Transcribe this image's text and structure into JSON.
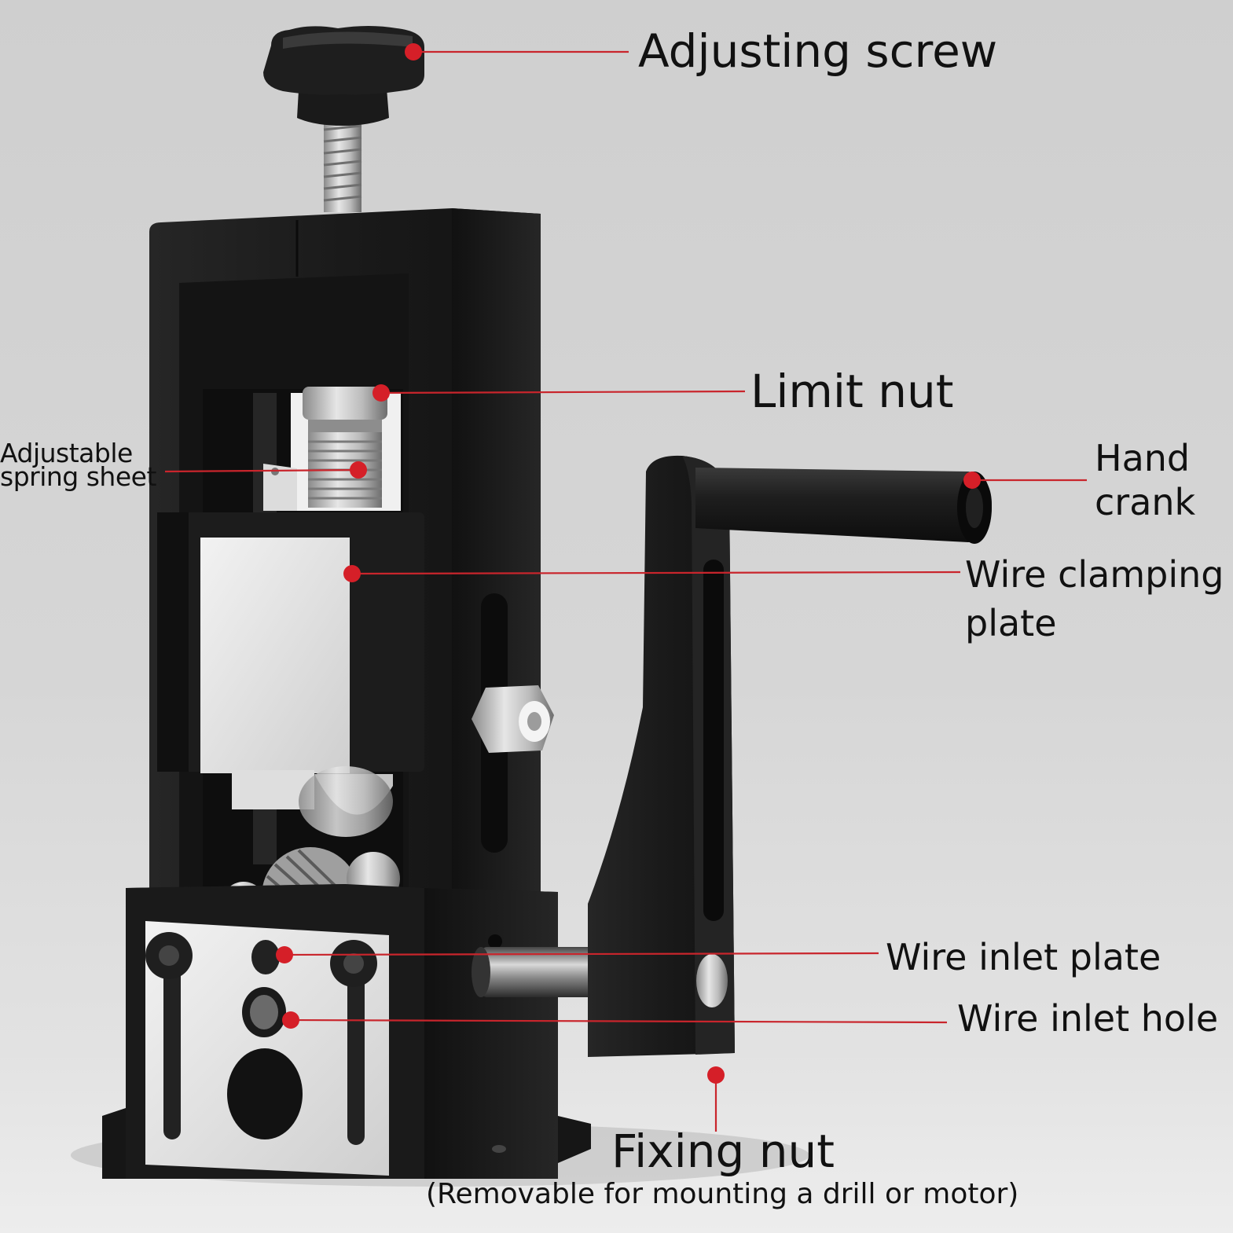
{
  "colors": {
    "callout_line": "#c9252c",
    "callout_dot": "#d51f28",
    "body_black": "#1b1b1b",
    "steel": "#b8b8b8",
    "plate_silver": "#e4e4e4"
  },
  "labels": {
    "adjusting_screw": "Adjusting screw",
    "limit_nut": "Limit nut",
    "adjustable_spring_sheet": [
      "Adjustable",
      "spring sheet"
    ],
    "hand_crank": [
      "Hand",
      "crank"
    ],
    "wire_clamping_plate": [
      "Wire clamping",
      "plate"
    ],
    "wire_inlet_plate": "Wire inlet plate",
    "wire_inlet_hole": "Wire inlet hole",
    "fixing_nut": "Fixing nut",
    "fixing_nut_note": "(Removable for mounting a drill or motor)"
  }
}
